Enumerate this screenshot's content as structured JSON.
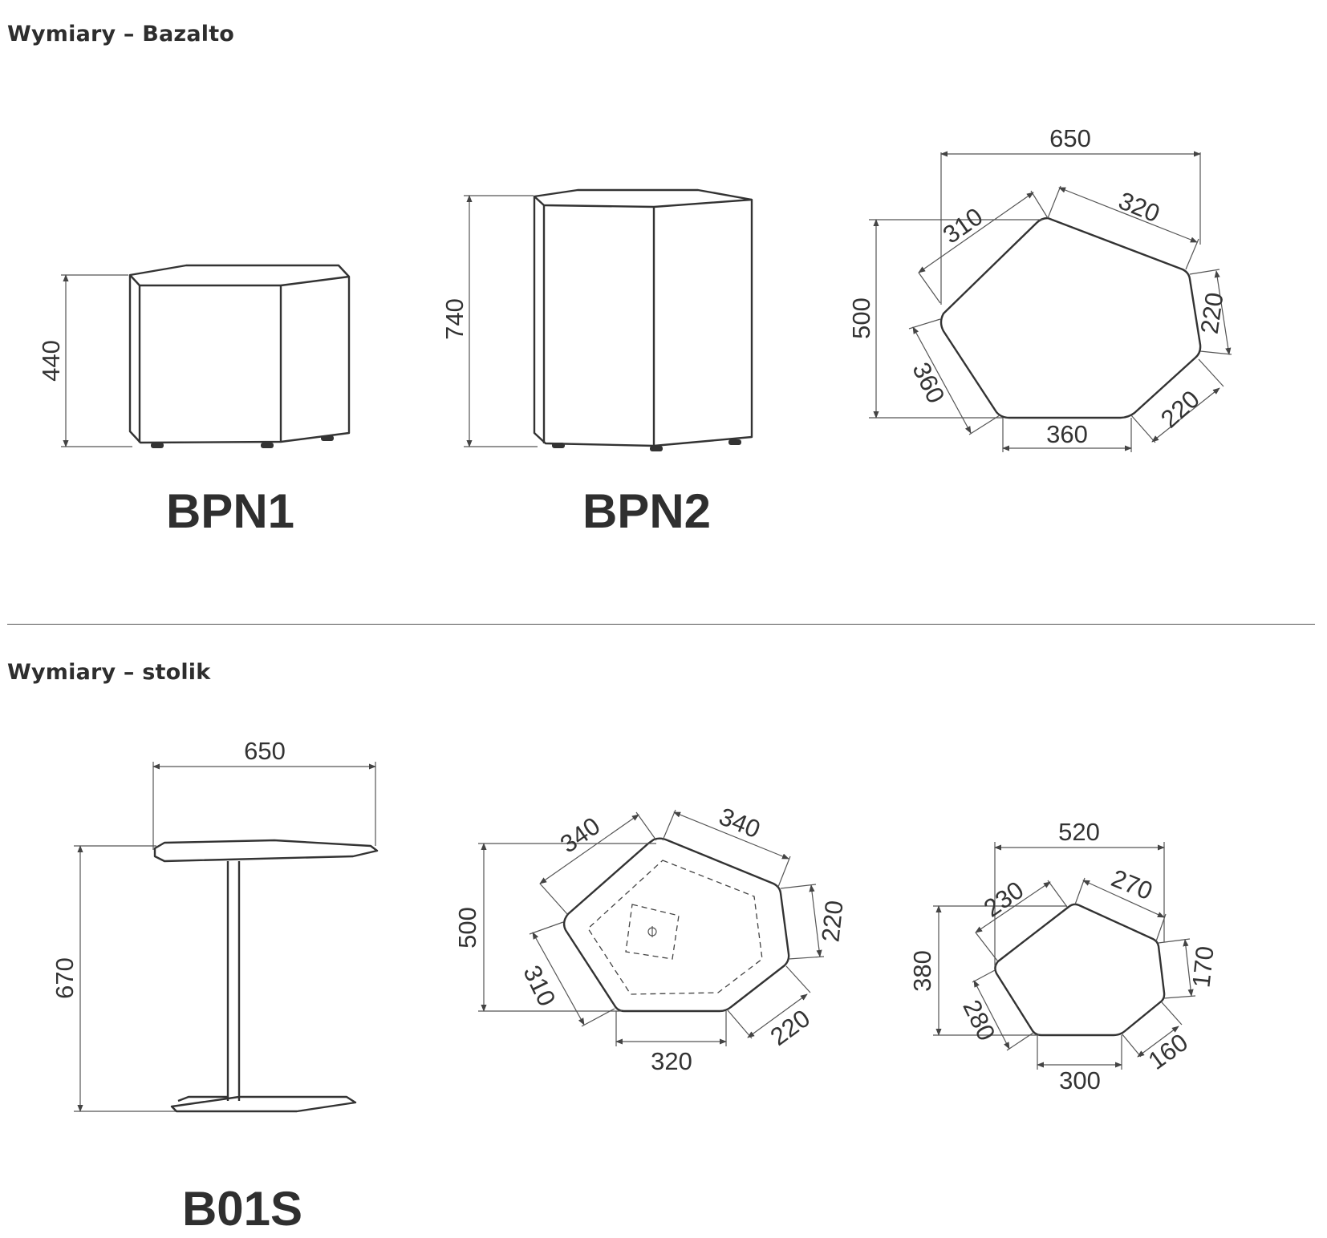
{
  "sections": [
    {
      "title": "Wymiary – Bazalto"
    },
    {
      "title": "Wymiary – stolik"
    }
  ],
  "products": {
    "bpn1": {
      "label": "BPN1",
      "height": "440"
    },
    "bpn2": {
      "label": "BPN2",
      "height": "740"
    },
    "b01s": {
      "label": "B01S",
      "width": "650",
      "height": "670"
    }
  },
  "plan_views": {
    "bazalto": {
      "width": "650",
      "depth": "500",
      "edge_top_left": "310",
      "edge_top_right": "320",
      "edge_right": "220",
      "edge_bottom_right": "220",
      "edge_bottom": "360",
      "edge_left": "360"
    },
    "stolik_large": {
      "depth": "500",
      "edge_top_left": "340",
      "edge_top_right": "340",
      "edge_right": "220",
      "edge_bottom_right": "220",
      "edge_bottom": "320",
      "edge_left": "310"
    },
    "stolik_base": {
      "width": "520",
      "depth": "380",
      "edge_top_left": "230",
      "edge_top_right": "270",
      "edge_right": "170",
      "edge_bottom_right": "160",
      "edge_bottom": "300",
      "edge_left": "280"
    }
  }
}
